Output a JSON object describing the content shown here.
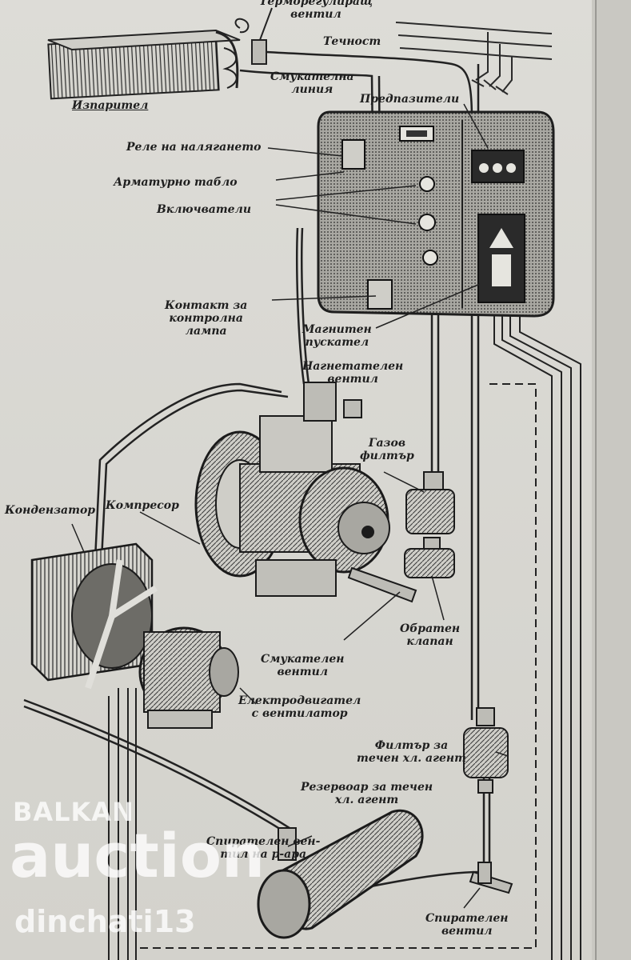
{
  "diagram": {
    "labels": {
      "thermo_valve": [
        "Терморегулиращ",
        "вентил"
      ],
      "liquid": [
        "Течност"
      ],
      "evaporator": [
        "Изпарител"
      ],
      "suction_line": [
        "Смукателна",
        "линия"
      ],
      "fuses": [
        "Предпазители"
      ],
      "pressure_relay": [
        "Реле на налягането"
      ],
      "instrument_panel": [
        "Арматурно табло"
      ],
      "switches": [
        "Включватели"
      ],
      "lamp_contact": [
        "Контакт за",
        "контролна",
        "лампа"
      ],
      "magnetic_starter": [
        "Магнитен",
        "пускател"
      ],
      "discharge_valve": [
        "Нагнетателен",
        "вентил"
      ],
      "gas_filter": [
        "Газов",
        "филтър"
      ],
      "condenser": [
        "Кондензатор"
      ],
      "compressor": [
        "Компресор"
      ],
      "suction_valve": [
        "Смукателен",
        "вентил"
      ],
      "check_valve": [
        "Обратен",
        "клапан"
      ],
      "motor_fan": [
        "Електродвигател",
        "с вентилатор"
      ],
      "liquid_filter": [
        "Филтър за",
        "течен хл. агент"
      ],
      "receiver": [
        "Резервоар за течен",
        "хл. агент"
      ],
      "receiver_valve": [
        "Спирателен вен-",
        "тил на р-ара"
      ],
      "shutoff_valve": [
        "Спирателен",
        "вентил"
      ]
    }
  },
  "watermark": {
    "brand_top": "BALKAN",
    "brand_main": "auction",
    "username": "dinchati13"
  }
}
